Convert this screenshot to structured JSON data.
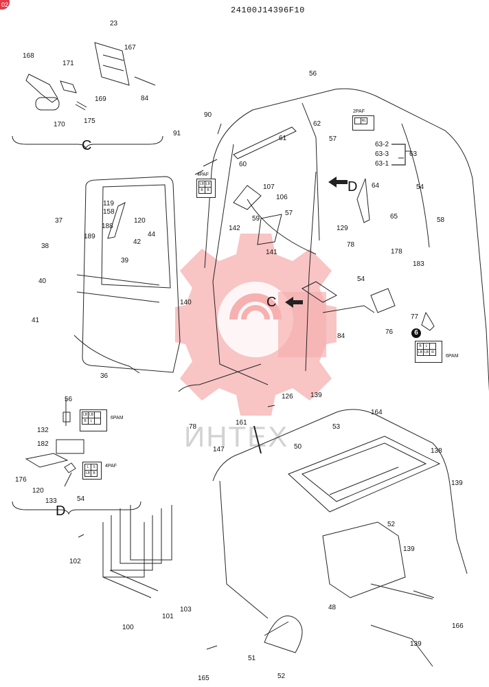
{
  "header": {
    "doc_code": "24100J14396F10",
    "corner_badge": "02"
  },
  "watermark": {
    "text": "ИНТЕХ",
    "color": "#f4a7a7"
  },
  "inset_c": {
    "label": "C",
    "parts": [
      "23",
      "167",
      "168",
      "171",
      "169",
      "84",
      "170",
      "175"
    ]
  },
  "inset_d": {
    "label": "D",
    "parts": [
      "56",
      "132",
      "182",
      "176",
      "120",
      "133",
      "54"
    ]
  },
  "view_markers": {
    "c": "C",
    "d": "D"
  },
  "callouts": {
    "n23": "23",
    "n167": "167",
    "n168": "168",
    "n171": "171",
    "n169": "169",
    "n84a": "84",
    "n170": "170",
    "n175": "175",
    "n90": "90",
    "n91": "91",
    "n56": "56",
    "n62": "62",
    "n57a": "57",
    "n61": "61",
    "n60": "60",
    "n632": "63-2",
    "n633": "63-3",
    "n631": "63-1",
    "n63": "63",
    "n64": "64",
    "n54a": "54",
    "n107": "107",
    "n106": "106",
    "n59": "59",
    "n57b": "57",
    "n119": "119",
    "n158": "158",
    "n120a": "120",
    "n37": "37",
    "n188": "188",
    "n189": "189",
    "n42": "42",
    "n44": "44",
    "n38": "38",
    "n39": "39",
    "n142": "142",
    "n129": "129",
    "n65": "65",
    "n58": "58",
    "n78a": "78",
    "n141": "141",
    "n178": "178",
    "n183": "183",
    "n54b": "54",
    "n40": "40",
    "n140": "140",
    "n41": "41",
    "n77": "77",
    "n84b": "84",
    "n76": "76",
    "n36": "36",
    "n126": "126",
    "n139a": "139",
    "n164": "164",
    "n56b": "56",
    "n132": "132",
    "n161": "161",
    "n53": "53",
    "n78b": "78",
    "n147": "147",
    "n50": "50",
    "n138": "138",
    "n182": "182",
    "n176": "176",
    "n120b": "120",
    "n54c": "54",
    "n133": "133",
    "n139b": "139",
    "n52a": "52",
    "n139c": "139",
    "n102": "102",
    "n48": "48",
    "n166": "166",
    "n103": "103",
    "n101": "101",
    "n100": "100",
    "n139d": "139",
    "n51": "51",
    "n165": "165",
    "n52b": "52"
  },
  "connectors": {
    "c1": {
      "caption": "2PAF",
      "cells": [
        "",
        "RL"
      ]
    },
    "c2": {
      "caption": "4PAF",
      "cells": [
        "LB",
        "LB",
        "B",
        "B"
      ]
    },
    "c3": {
      "caption": "6PAM",
      "cells": [
        "B",
        "L",
        "",
        "LB",
        "LB",
        "R"
      ]
    },
    "c4": {
      "caption": "6PAM",
      "cells": [
        "LB",
        "LB",
        "",
        "B",
        "L",
        ""
      ]
    },
    "c5": {
      "caption": "4PAF",
      "cells": [
        "L",
        "S",
        "LB",
        "B"
      ]
    },
    "c6_badge": "6"
  }
}
